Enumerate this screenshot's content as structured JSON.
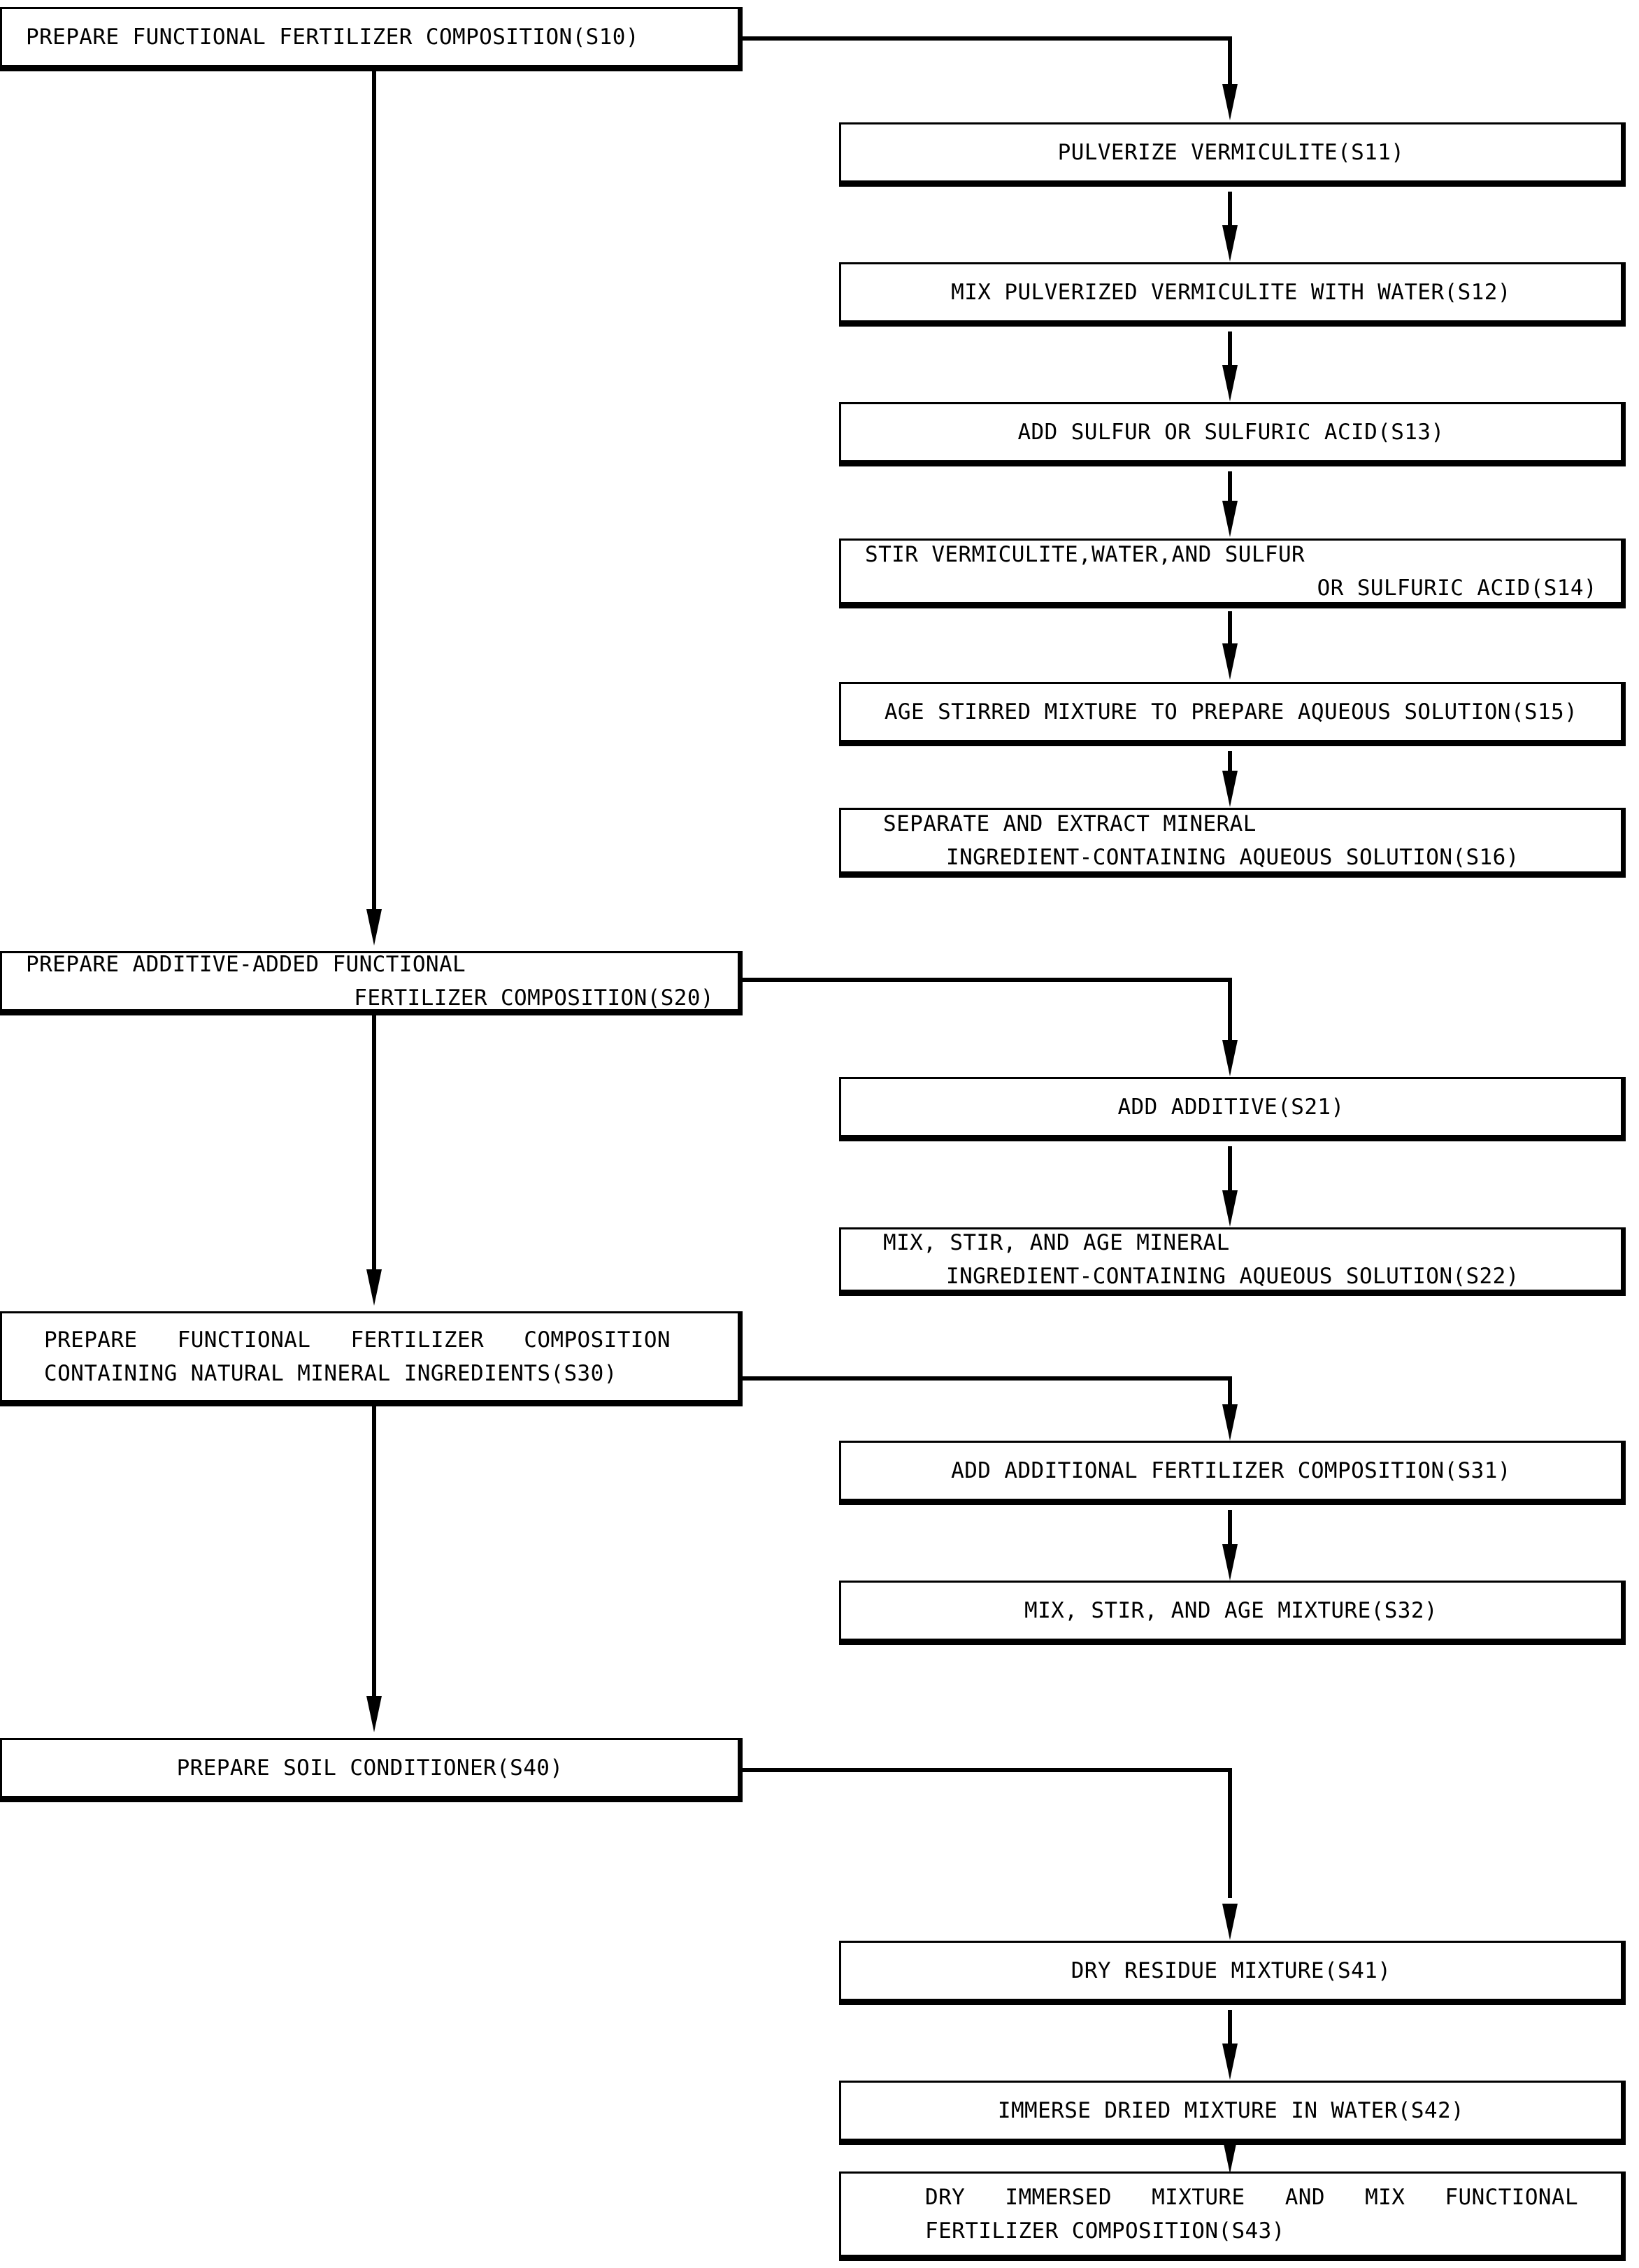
{
  "diagram": {
    "title": "Functional fertilizer composition manufacturing process flowchart",
    "colors": {
      "stroke": "#000000",
      "fill": "#ffffff",
      "text": "#000000"
    },
    "main_steps": [
      {
        "id": "S10",
        "lines": [
          "PREPARE FUNCTIONAL FERTILIZER COMPOSITION(S10)"
        ]
      },
      {
        "id": "S20",
        "lines": [
          "PREPARE ADDITIVE-ADDED FUNCTIONAL",
          "FERTILIZER COMPOSITION(S20)"
        ]
      },
      {
        "id": "S30",
        "lines": [
          "PREPARE   FUNCTIONAL   FERTILIZER   COMPOSITION",
          "CONTAINING NATURAL MINERAL INGREDIENTS(S30)"
        ]
      },
      {
        "id": "S40",
        "lines": [
          "PREPARE SOIL CONDITIONER(S40)"
        ]
      }
    ],
    "sub_steps_s1x": [
      {
        "id": "S11",
        "lines": [
          "PULVERIZE VERMICULITE(S11)"
        ]
      },
      {
        "id": "S12",
        "lines": [
          "MIX PULVERIZED VERMICULITE WITH WATER(S12)"
        ]
      },
      {
        "id": "S13",
        "lines": [
          "ADD SULFUR OR SULFURIC ACID(S13)"
        ]
      },
      {
        "id": "S14",
        "lines": [
          "STIR VERMICULITE,WATER,AND SULFUR",
          "OR SULFURIC ACID(S14)"
        ]
      },
      {
        "id": "S15",
        "lines": [
          "AGE STIRRED MIXTURE TO PREPARE AQUEOUS SOLUTION(S15)"
        ]
      },
      {
        "id": "S16",
        "lines": [
          "SEPARATE AND EXTRACT MINERAL",
          "INGREDIENT-CONTAINING AQUEOUS SOLUTION(S16)"
        ]
      }
    ],
    "sub_steps_s2x": [
      {
        "id": "S21",
        "lines": [
          "ADD ADDITIVE(S21)"
        ]
      },
      {
        "id": "S22",
        "lines": [
          "MIX, STIR, AND AGE MINERAL",
          "INGREDIENT-CONTAINING AQUEOUS SOLUTION(S22)"
        ]
      }
    ],
    "sub_steps_s3x": [
      {
        "id": "S31",
        "lines": [
          "ADD ADDITIONAL FERTILIZER COMPOSITION(S31)"
        ]
      },
      {
        "id": "S32",
        "lines": [
          "MIX, STIR, AND AGE MIXTURE(S32)"
        ]
      }
    ],
    "sub_steps_s4x": [
      {
        "id": "S41",
        "lines": [
          "DRY RESIDUE MIXTURE(S41)"
        ]
      },
      {
        "id": "S42",
        "lines": [
          "IMMERSE DRIED MIXTURE IN WATER(S42)"
        ]
      },
      {
        "id": "S43",
        "lines": [
          "DRY   IMMERSED   MIXTURE   AND   MIX   FUNCTIONAL",
          "FERTILIZER COMPOSITION(S43)"
        ]
      }
    ]
  }
}
